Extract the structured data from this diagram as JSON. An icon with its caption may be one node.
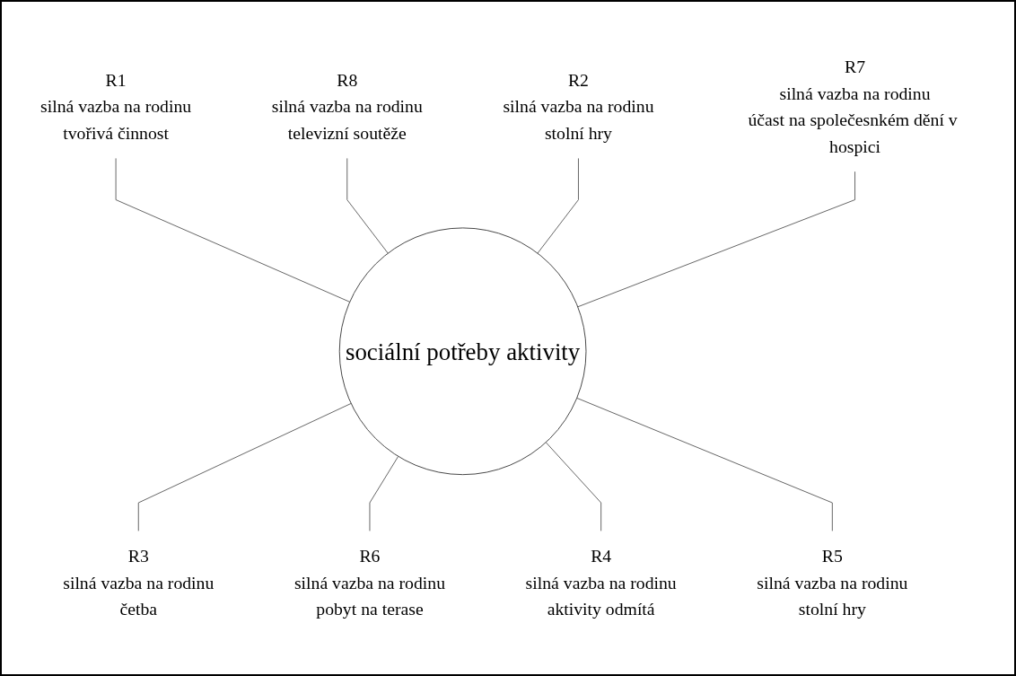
{
  "diagram": {
    "nodes": [
      {
        "text": [
          "R1",
          "silná vazba na rodinu",
          "tvořivá činnost"
        ]
      },
      {
        "text": [
          "R8",
          "silná vazba na rodinu",
          "televizní soutěže"
        ]
      },
      {
        "text": [
          "R2",
          "silná vazba na rodinu",
          "stolní hry"
        ]
      },
      {
        "text": [
          "R7",
          "silná vazba na rodinu",
          "účast na společesnkém dění v hospici"
        ]
      },
      {
        "text": [
          "sociální potřeby aktivity"
        ]
      },
      {
        "text": [
          "R3",
          "silná vazba na rodinu",
          "četba"
        ]
      },
      {
        "text": [
          "R6",
          "silná vazba na rodinu",
          "pobyt na terase"
        ]
      },
      {
        "text": [
          "R4",
          "silná vazba na rodinu",
          "aktivity odmítá"
        ]
      },
      {
        "text": [
          "R5",
          "silná vazba na rodinu",
          "stolní hry"
        ]
      }
    ],
    "edges": [
      {
        "from": 0,
        "to": 4,
        "arrow": "none"
      },
      {
        "from": 1,
        "to": 4,
        "arrow": "none"
      },
      {
        "from": 2,
        "to": 4,
        "arrow": "none"
      },
      {
        "from": 3,
        "to": 4,
        "arrow": "none"
      },
      {
        "from": 4,
        "to": 5,
        "arrow": "none"
      },
      {
        "from": 4,
        "to": 6,
        "arrow": "none"
      },
      {
        "from": 4,
        "to": 7,
        "arrow": "none"
      },
      {
        "from": 4,
        "to": 8,
        "arrow": "none"
      }
    ]
  }
}
